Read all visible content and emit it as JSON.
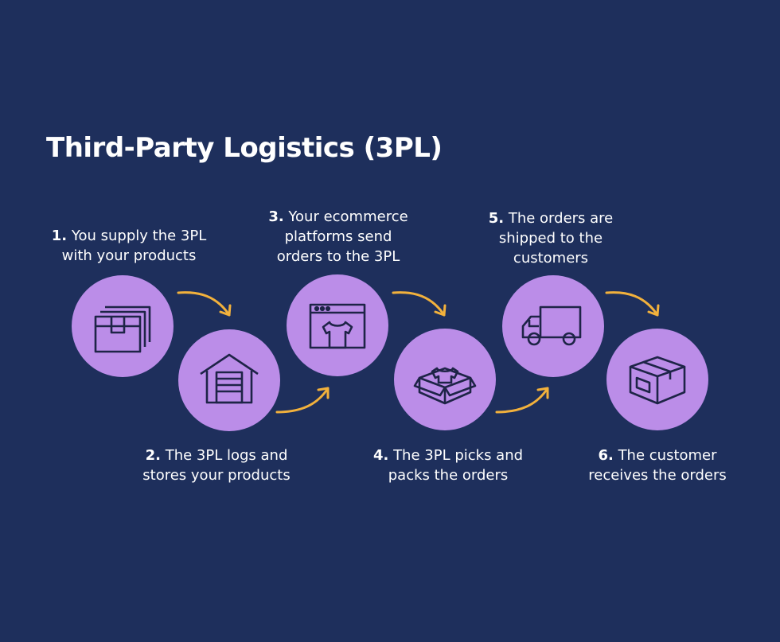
{
  "title": "Third-Party Logistics (3PL)",
  "steps": [
    {
      "num": "1.",
      "lines": [
        "You supply the 3PL",
        "with your products"
      ],
      "icon": "stacked-boxes-icon"
    },
    {
      "num": "2.",
      "lines": [
        "The 3PL logs and",
        "stores your products"
      ],
      "icon": "warehouse-icon"
    },
    {
      "num": "3.",
      "lines": [
        "Your ecommerce",
        "platforms send",
        "orders to the 3PL"
      ],
      "icon": "browser-shirt-icon"
    },
    {
      "num": "4.",
      "lines": [
        "The 3PL picks and",
        "packs the orders"
      ],
      "icon": "open-box-icon"
    },
    {
      "num": "5.",
      "lines": [
        "The orders are",
        "shipped to the",
        "customers"
      ],
      "icon": "truck-icon"
    },
    {
      "num": "6.",
      "lines": [
        "The customer",
        "receives the orders"
      ],
      "icon": "package-icon"
    }
  ],
  "colors": {
    "background": "#1e2f5c",
    "circle": "#bb8de8",
    "arrow": "#f2b13c",
    "icon_stroke": "#1e2447",
    "text": "#ffffff"
  }
}
